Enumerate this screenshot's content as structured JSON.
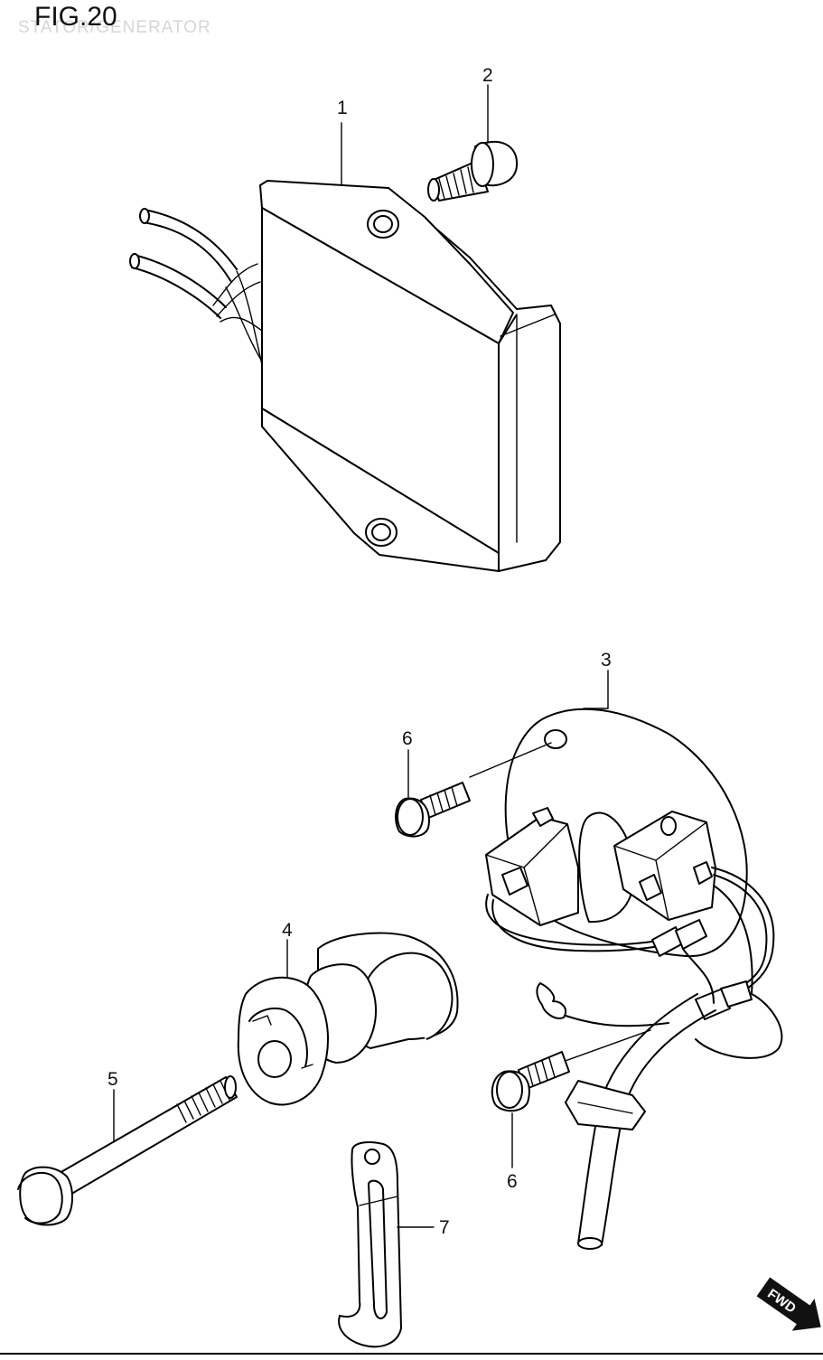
{
  "figure": {
    "title": "FIG.20",
    "subtitle": "STATOR/GENERATOR"
  },
  "callouts": [
    {
      "id": "1",
      "label": "1"
    },
    {
      "id": "2",
      "label": "2"
    },
    {
      "id": "3",
      "label": "3"
    },
    {
      "id": "4",
      "label": "4"
    },
    {
      "id": "5",
      "label": "5"
    },
    {
      "id": "6a",
      "label": "6"
    },
    {
      "id": "6b",
      "label": "6"
    },
    {
      "id": "7",
      "label": "7"
    }
  ],
  "direction_badge": {
    "label": "FWD"
  }
}
